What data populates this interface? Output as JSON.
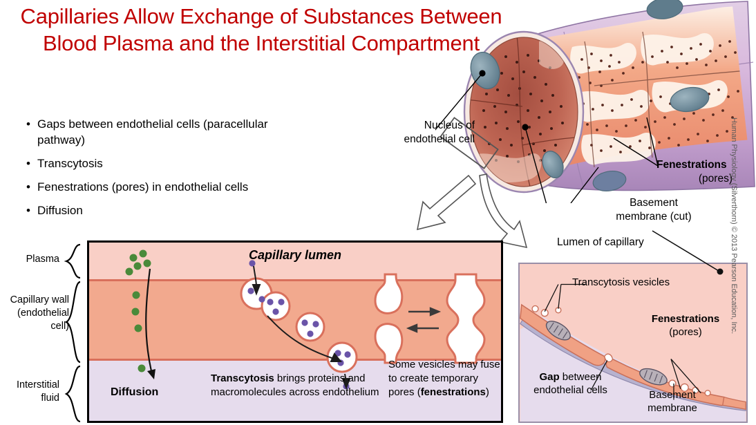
{
  "title": "Capillaries Allow Exchange of Substances Between Blood Plasma and the Interstitial Compartment",
  "title_color": "#c00000",
  "bullets": [
    {
      "marker": "•",
      "text": "Gaps between endothelial cells (paracellular pathway)"
    },
    {
      "marker": "•",
      "text": "Transcytosis"
    },
    {
      "marker": "•",
      "text": "Fenestrations (pores) in endothelial cells"
    },
    {
      "marker": "•",
      "text": "Diffusion"
    }
  ],
  "main_diagram": {
    "axis_labels": {
      "plasma": "Plasma",
      "capillary_wall": "Capillary wall (endothelial cell)",
      "interstitial": "Interstitial fluid"
    },
    "lumen_label": "Capillary lumen",
    "captions": {
      "diffusion": "Diffusion",
      "transcytosis_bold": "Transcytosis",
      "transcytosis_rest": " brings proteins and macromolecules across endothelium",
      "vesicle_fuse_pre": "Some vesicles may fuse to create temporary pores (",
      "vesicle_fuse_bold": "fenestrations",
      "vesicle_fuse_post": ")"
    },
    "colors": {
      "plasma": "#f9cfc6",
      "endothelium": "#f2a98e",
      "interstitial": "#e6dced",
      "membrane_line": "#d9705c",
      "solute_green": "#4a8a3a",
      "protein_purple": "#6a54a8"
    }
  },
  "vessel_diagram": {
    "labels": {
      "nucleus": "Nucleus of endothelial cell",
      "fenestrations_bold": "Fenestrations",
      "fenestrations_sub": "(pores)",
      "basement": "Basement membrane (cut)",
      "lumen": "Lumen of capillary"
    },
    "colors": {
      "outer_wall": "#c9a9d4",
      "endothelium": "#ef9a7a",
      "lumen_deep": "#b55a4a",
      "nucleus": "#7d98a6"
    }
  },
  "inset_diagram": {
    "labels": {
      "transcytosis_vesicles": "Transcytosis vesicles",
      "fenestrations_bold": "Fenestrations",
      "fenestrations_sub": "(pores)",
      "gap_bold": "Gap",
      "gap_rest": " between endothelial cells",
      "basement": "Basement membrane"
    }
  },
  "copyright": "Human Physiology (Silverthorn) © 2013 Pearson Education, Inc."
}
